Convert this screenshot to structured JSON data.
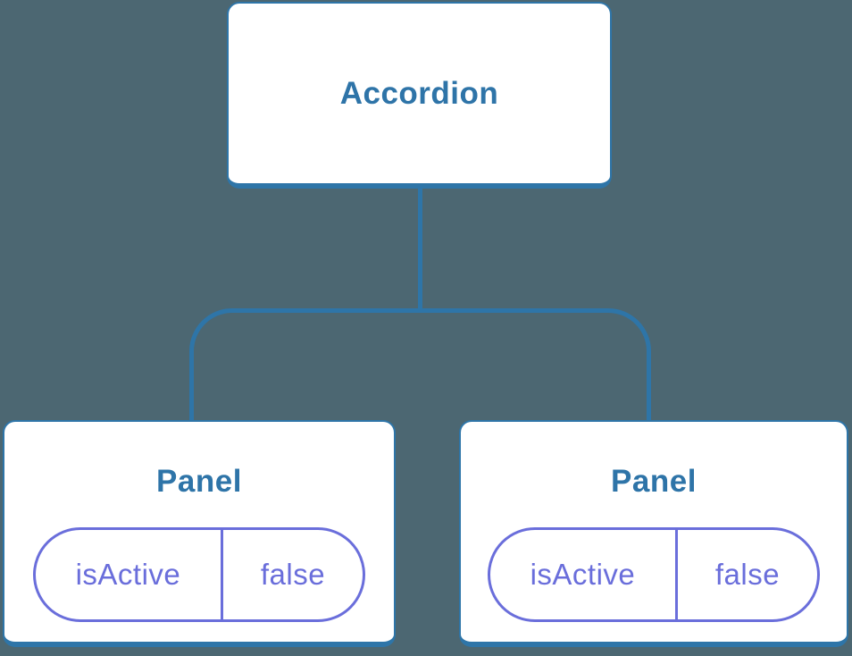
{
  "diagram": {
    "type": "component-tree",
    "colors": {
      "bg": "#4C6772",
      "stroke": "#2E75A8",
      "text": "#2E74A8",
      "prop": "#6A6EDB",
      "node_bg": "#FFFFFF"
    },
    "root": {
      "label": "Accordion"
    },
    "children": [
      {
        "label": "Panel",
        "prop": {
          "name": "isActive",
          "value": "false"
        }
      },
      {
        "label": "Panel",
        "prop": {
          "name": "isActive",
          "value": "false"
        }
      }
    ]
  }
}
